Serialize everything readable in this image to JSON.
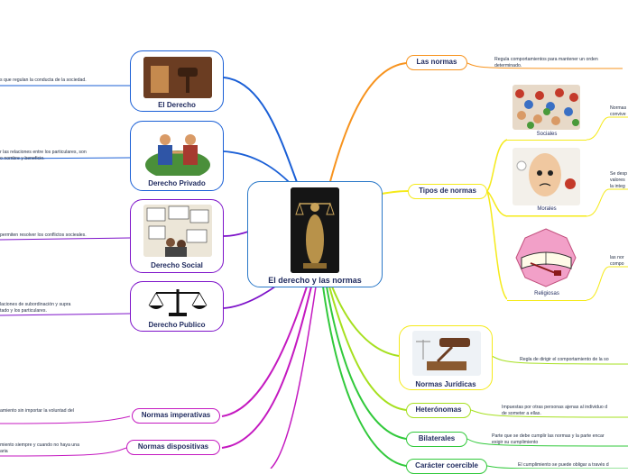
{
  "central": {
    "title": "El derecho y las normas"
  },
  "left_branches": [
    {
      "label": "El Derecho",
      "note": "s que regulan la conducta de la sociedad."
    },
    {
      "label": "Derecho Privado",
      "note_lines": [
        "r las relaciones entre los particulares, son",
        "o nombre y beneficio."
      ]
    },
    {
      "label": "Derecho Social",
      "note": "permiten resolver los conflictos socieales."
    },
    {
      "label": "Derecho Publico",
      "note_lines": [
        "laciones de subordinación y supra",
        "tado y los particulares."
      ]
    },
    {
      "label": "Normas imperativas",
      "note": "amiento sin importar la voluntad del"
    },
    {
      "label": "Normas dispositivas",
      "note_lines": [
        "miento siempre y cuando no haya una",
        "aria"
      ]
    }
  ],
  "right_branches": {
    "las_normas": {
      "label": "Las normas",
      "note_lines": [
        "Regula comportamientos para mantener un orden",
        "determinado."
      ]
    },
    "tipos": {
      "label": "Tipos de normas",
      "children": [
        {
          "label": "Sociales",
          "note_lines": [
            "Normas",
            "convive"
          ]
        },
        {
          "label": "Morales",
          "note_lines": [
            "Se desp",
            "valores",
            "la integ"
          ]
        },
        {
          "label": "Religiosas",
          "note_lines": [
            "las nor",
            "compo"
          ]
        }
      ]
    },
    "juridicas": {
      "label": "Normas Jurídicas",
      "note": "Regla de dirigir el comportamiento de la so"
    },
    "heteronomas": {
      "label": "Heterónomas",
      "note_lines": [
        "Impuestas por otras personas ajenas al individuo d",
        "de someter a ellas."
      ]
    },
    "bilaterales": {
      "label": "Bilaterales",
      "note_lines": [
        "Parte que se debe cumplir las normas y la parte encar",
        "exigir su cumplimiento"
      ]
    },
    "coercible": {
      "label": "Carácter coercible",
      "note": "El cumplimiento se puede obligar a través d"
    }
  },
  "colors": {
    "blue": "#1a5fd6",
    "purple": "#7d12c9",
    "magenta": "#c419c0",
    "orange": "#f7931e",
    "yellow": "#f5ea1a",
    "lime": "#a6e01f",
    "green": "#31c93b"
  }
}
